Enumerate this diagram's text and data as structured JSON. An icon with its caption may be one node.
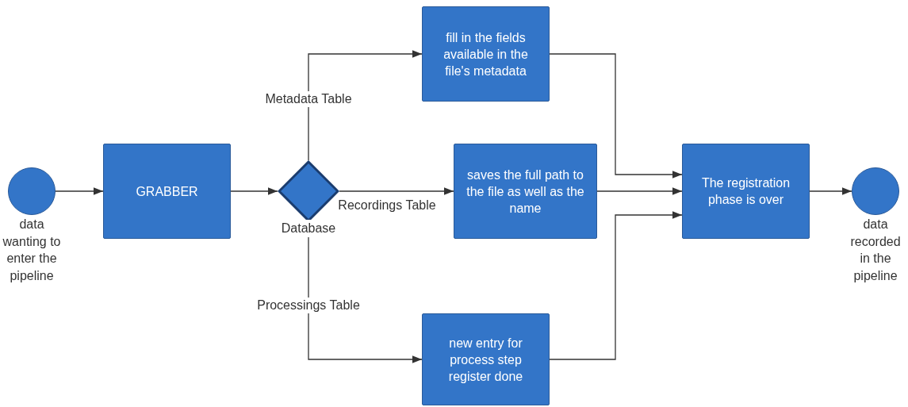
{
  "diagram": {
    "nodes": [
      {
        "text": [],
        "shape": "circle",
        "beside": [
          "data wanting to enter the pipeline"
        ]
      },
      {
        "text": [
          "GRABBER"
        ]
      },
      {
        "text": [],
        "shape": "diamond",
        "beside": [
          "Database"
        ]
      },
      {
        "text": [
          "fill in the fields available in the file's metadata"
        ]
      },
      {
        "text": [
          "saves the full path to the file as well as the name"
        ]
      },
      {
        "text": [
          "new entry for process step register done"
        ]
      },
      {
        "text": [
          "The registration phase is over"
        ]
      },
      {
        "text": [],
        "shape": "circle",
        "beside": [
          "data recorded in the pipeline"
        ]
      }
    ],
    "edges": [
      {
        "from": 0,
        "to": 1,
        "arrow": "to"
      },
      {
        "from": 1,
        "to": 2,
        "arrow": "to"
      },
      {
        "from": 2,
        "to": 3,
        "arrow": "to",
        "label": "Metadata Table"
      },
      {
        "from": 2,
        "to": 4,
        "arrow": "to",
        "label": "Recordings Table"
      },
      {
        "from": 2,
        "to": 5,
        "arrow": "to",
        "label": "Processings Table"
      },
      {
        "from": 3,
        "to": 6,
        "arrow": "to"
      },
      {
        "from": 4,
        "to": 6,
        "arrow": "to"
      },
      {
        "from": 5,
        "to": 6,
        "arrow": "to"
      },
      {
        "from": 6,
        "to": 7,
        "arrow": "to"
      }
    ]
  }
}
